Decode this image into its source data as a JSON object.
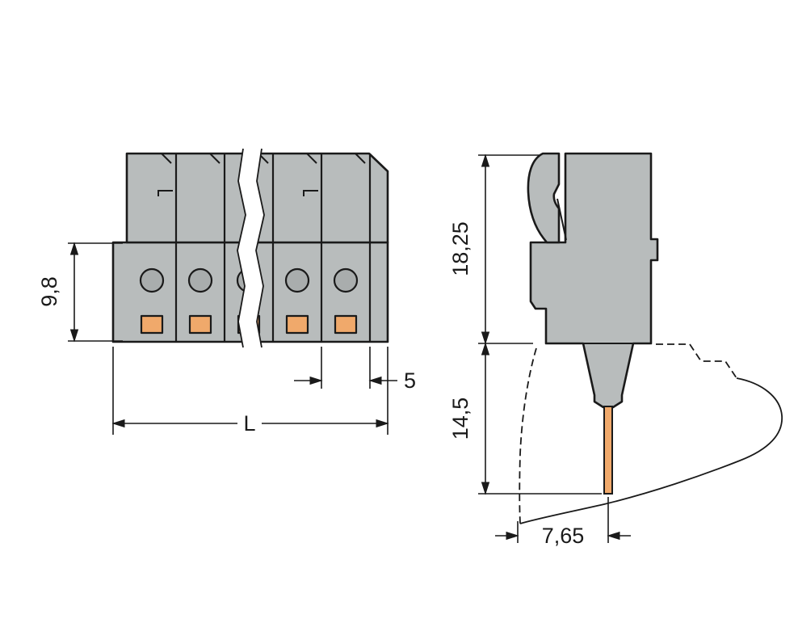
{
  "drawing": {
    "kind": "connector-dimension-drawing",
    "front_view": {
      "dim_height_label": "9,8",
      "dim_pitch_label": "5",
      "dim_length_label": "L"
    },
    "side_view": {
      "dim_upper_label": "18,25",
      "dim_lower_label": "14,5",
      "dim_offset_label": "7,65"
    },
    "colors": {
      "body": "#b8bcbc",
      "hole": "#a9adad",
      "copper": "#f0a96b",
      "line": "#1a1a1a",
      "background": "#ffffff"
    }
  }
}
